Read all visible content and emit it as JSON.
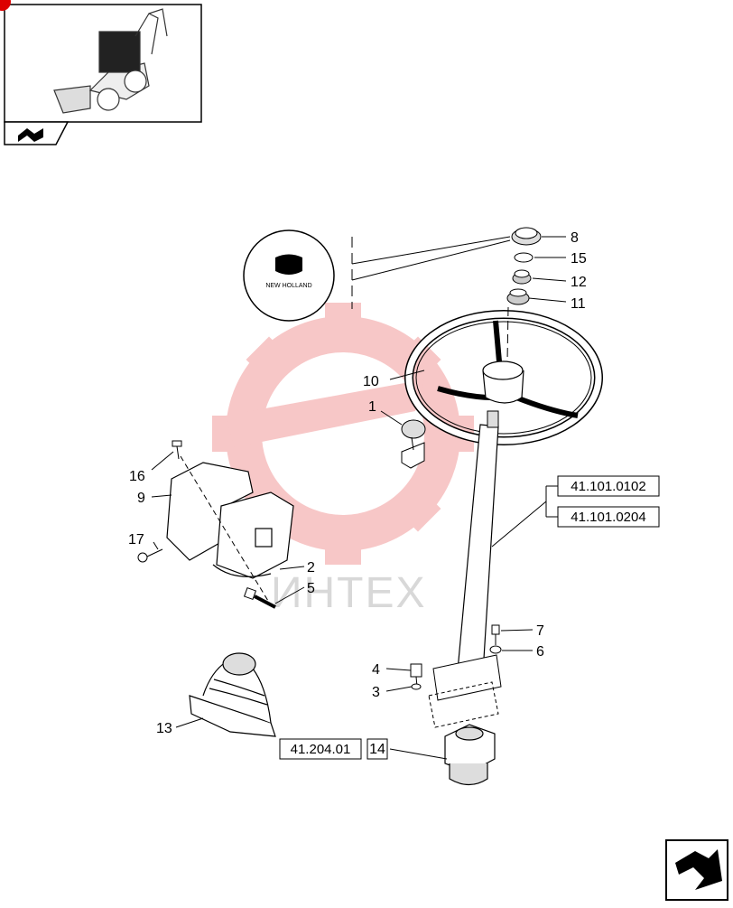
{
  "thumbnail": {
    "icon": "backhoe-loader-thumbnail"
  },
  "nav": {
    "prev_icon": "arrow-icon",
    "next_icon": "arrow-icon"
  },
  "badge": {
    "brand_text": "NEW HOLLAND"
  },
  "watermark": {
    "text": "ИНТЕХ",
    "color": "#f2a0a0"
  },
  "callouts": {
    "c1": "1",
    "c2": "2",
    "c3": "3",
    "c4": "4",
    "c5": "5",
    "c6": "6",
    "c7": "7",
    "c8": "8",
    "c9": "9",
    "c10": "10",
    "c11": "11",
    "c12": "12",
    "c13": "13",
    "c14": "14",
    "c15": "15",
    "c16": "16",
    "c17": "17"
  },
  "refs": {
    "column_1": "41.101.0102",
    "column_2": "41.101.0204",
    "valve": "41.204.01"
  }
}
